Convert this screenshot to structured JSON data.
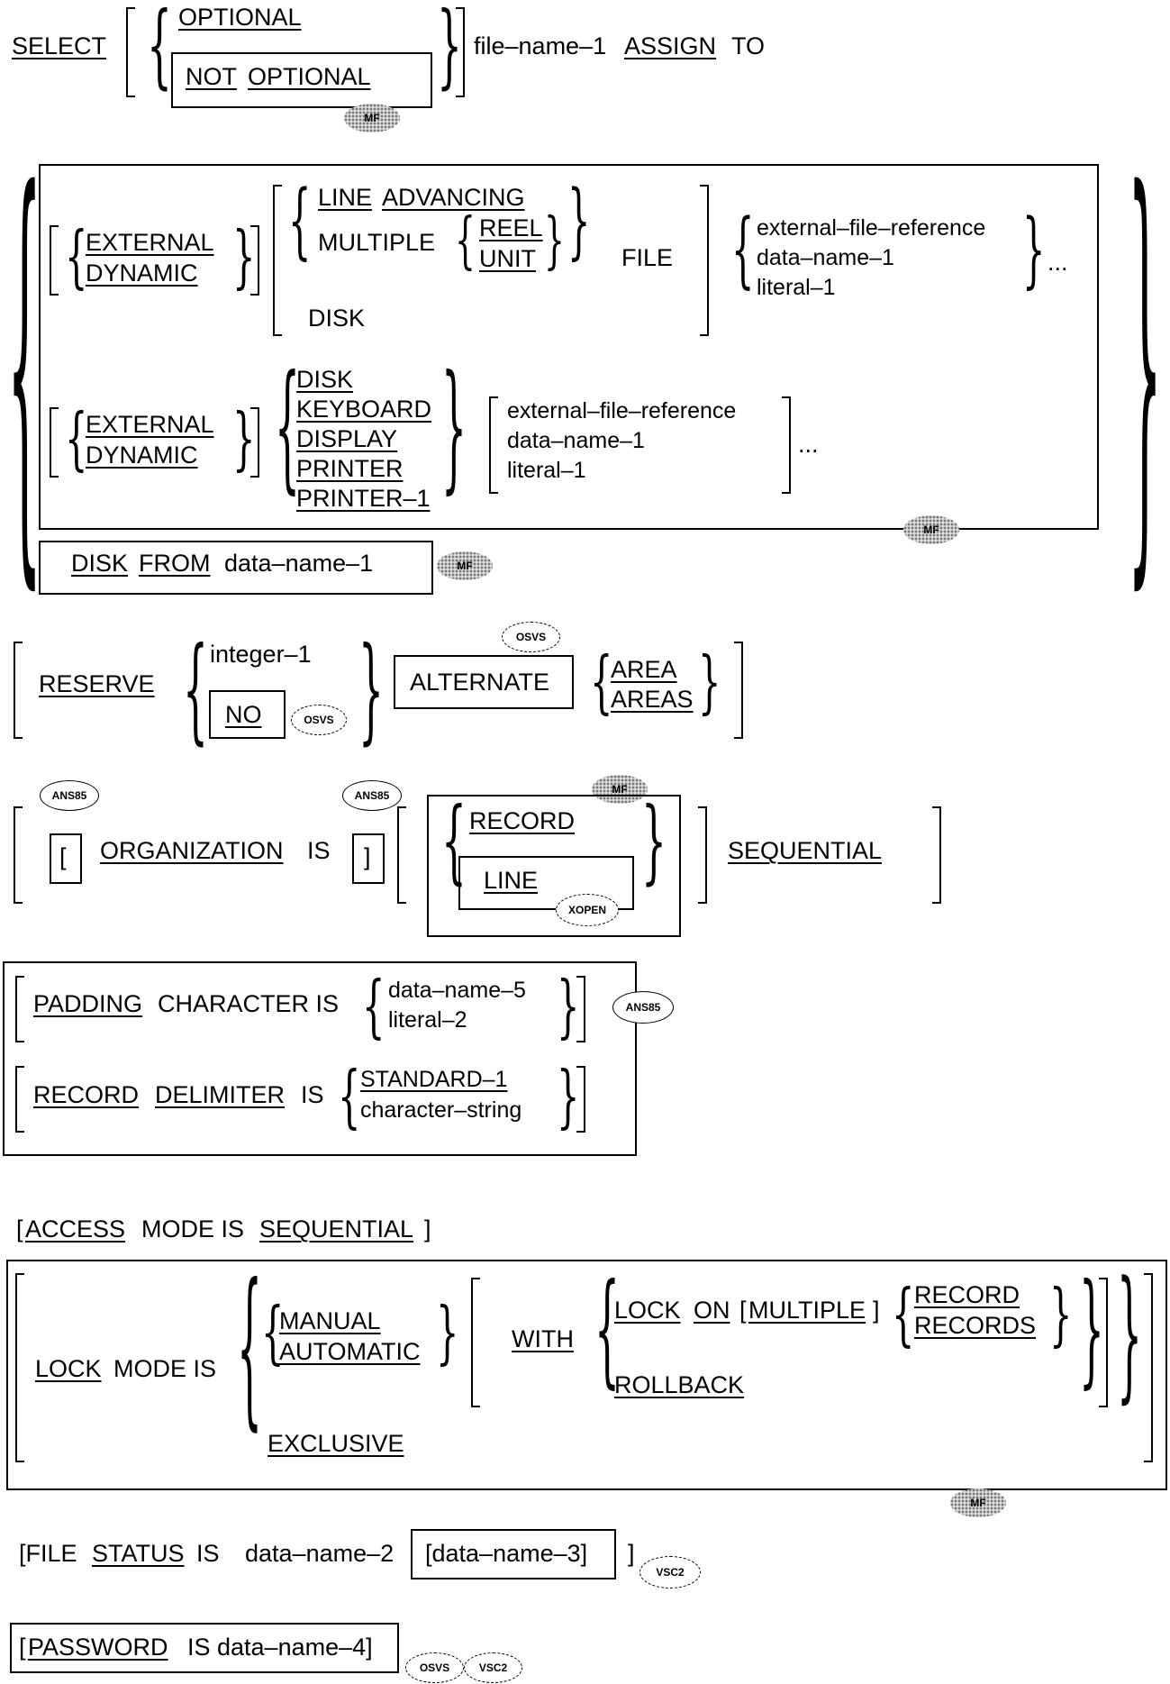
{
  "select": {
    "select": "SELECT",
    "optional": "OPTIONAL",
    "not": "NOT",
    "optional2": "OPTIONAL",
    "file_name": "file–name–1",
    "assign": "ASSIGN",
    "to": "TO"
  },
  "assign_block1": {
    "external": "EXTERNAL",
    "dynamic": "DYNAMIC",
    "line": "LINE",
    "advancing": "ADVANCING",
    "multiple": "MULTIPLE",
    "reel": "REEL",
    "unit": "UNIT",
    "file": "FILE",
    "disk": "DISK",
    "ext_ref": "external–file–reference",
    "data_name": "data–name–1",
    "literal": "literal–1",
    "ellipsis": "..."
  },
  "assign_block2": {
    "external": "EXTERNAL",
    "dynamic": "DYNAMIC",
    "disk": "DISK",
    "keyboard": "KEYBOARD",
    "display": "DISPLAY",
    "printer": "PRINTER",
    "printer1": "PRINTER–1",
    "ext_ref": "external–file–reference",
    "data_name": "data–name–1",
    "literal": "literal–1",
    "ellipsis": "..."
  },
  "disk_from": {
    "disk": "DISK",
    "from": "FROM",
    "data_name": "data–name–1"
  },
  "reserve": {
    "reserve": "RESERVE",
    "integer": "integer–1",
    "no": "NO",
    "alternate": "ALTERNATE",
    "area": "AREA",
    "areas": "AREAS"
  },
  "organization": {
    "lbracket": "[",
    "organization": "ORGANIZATION",
    "is": "IS",
    "rbracket": "]",
    "record": "RECORD",
    "line": "LINE",
    "sequential": "SEQUENTIAL"
  },
  "padding": {
    "padding": "PADDING",
    "character_is": "CHARACTER IS",
    "data_name5": "data–name–5",
    "literal2": "literal–2"
  },
  "delimiter": {
    "record": "RECORD",
    "delimiter": "DELIMITER",
    "is": "IS",
    "standard": "STANDARD–1",
    "char_string": "character–string"
  },
  "access": {
    "lb": "[",
    "access": "ACCESS",
    "mode_is": "MODE IS",
    "sequential": "SEQUENTIAL",
    "rb": "]"
  },
  "lock": {
    "lock": "LOCK",
    "mode_is": "MODE IS",
    "manual": "MANUAL",
    "automatic": "AUTOMATIC",
    "with": "WITH",
    "lock2": "LOCK",
    "on": "ON",
    "multiple_lb": "[",
    "multiple": "MULTIPLE",
    "multiple_rb": "]",
    "record": "RECORD",
    "records": "RECORDS",
    "rollback": "ROLLBACK",
    "exclusive": "EXCLUSIVE"
  },
  "file_status": {
    "lb": "[FILE",
    "status": "STATUS",
    "is": "IS",
    "data_name2": "data–name–2",
    "data_name3": "[data–name–3]",
    "rb": "]"
  },
  "password": {
    "lb": "[",
    "password": "PASSWORD",
    "rest": "IS data–name–4]"
  },
  "badges": {
    "mf": "MF",
    "osvs": "OSVS",
    "ans85": "ANS85",
    "xopen": "XOPEN",
    "vsc2": "VSC2"
  }
}
